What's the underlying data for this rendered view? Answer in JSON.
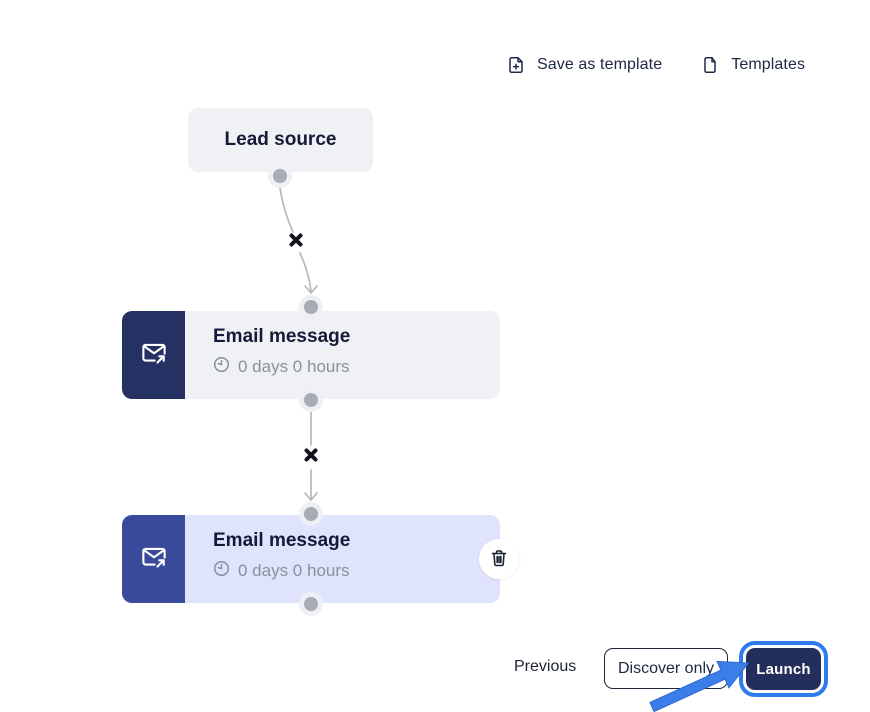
{
  "header": {
    "save_as_template_label": "Save as template",
    "templates_label": "Templates"
  },
  "flow": {
    "lead_source": {
      "title": "Lead source"
    },
    "steps": [
      {
        "title": "Email message",
        "delay": "0 days 0 hours",
        "selected": false
      },
      {
        "title": "Email message",
        "delay": "0 days 0 hours",
        "selected": true
      }
    ]
  },
  "footer": {
    "previous_label": "Previous",
    "discover_only_label": "Discover only",
    "launch_label": "Launch"
  },
  "icons": {
    "save_as_template": "file-plus-icon",
    "templates": "file-icon",
    "step": "email-send-icon",
    "delay": "clock-icon",
    "delete_step": "trash-icon",
    "connector_delete": "x-icon"
  },
  "colors": {
    "accent_blue": "#2e7bf0",
    "navy_button": "#242e5d",
    "step_icon_dark": "#263163",
    "step_icon_selected": "#3a4a9a",
    "node_gray": "#f0f1f4",
    "node_selected": "#dfe3fb",
    "dot_gray": "#a7abb4",
    "edge_gray": "#b4b8c0",
    "delay_text": "#8a909c",
    "title_text": "#141b38"
  }
}
